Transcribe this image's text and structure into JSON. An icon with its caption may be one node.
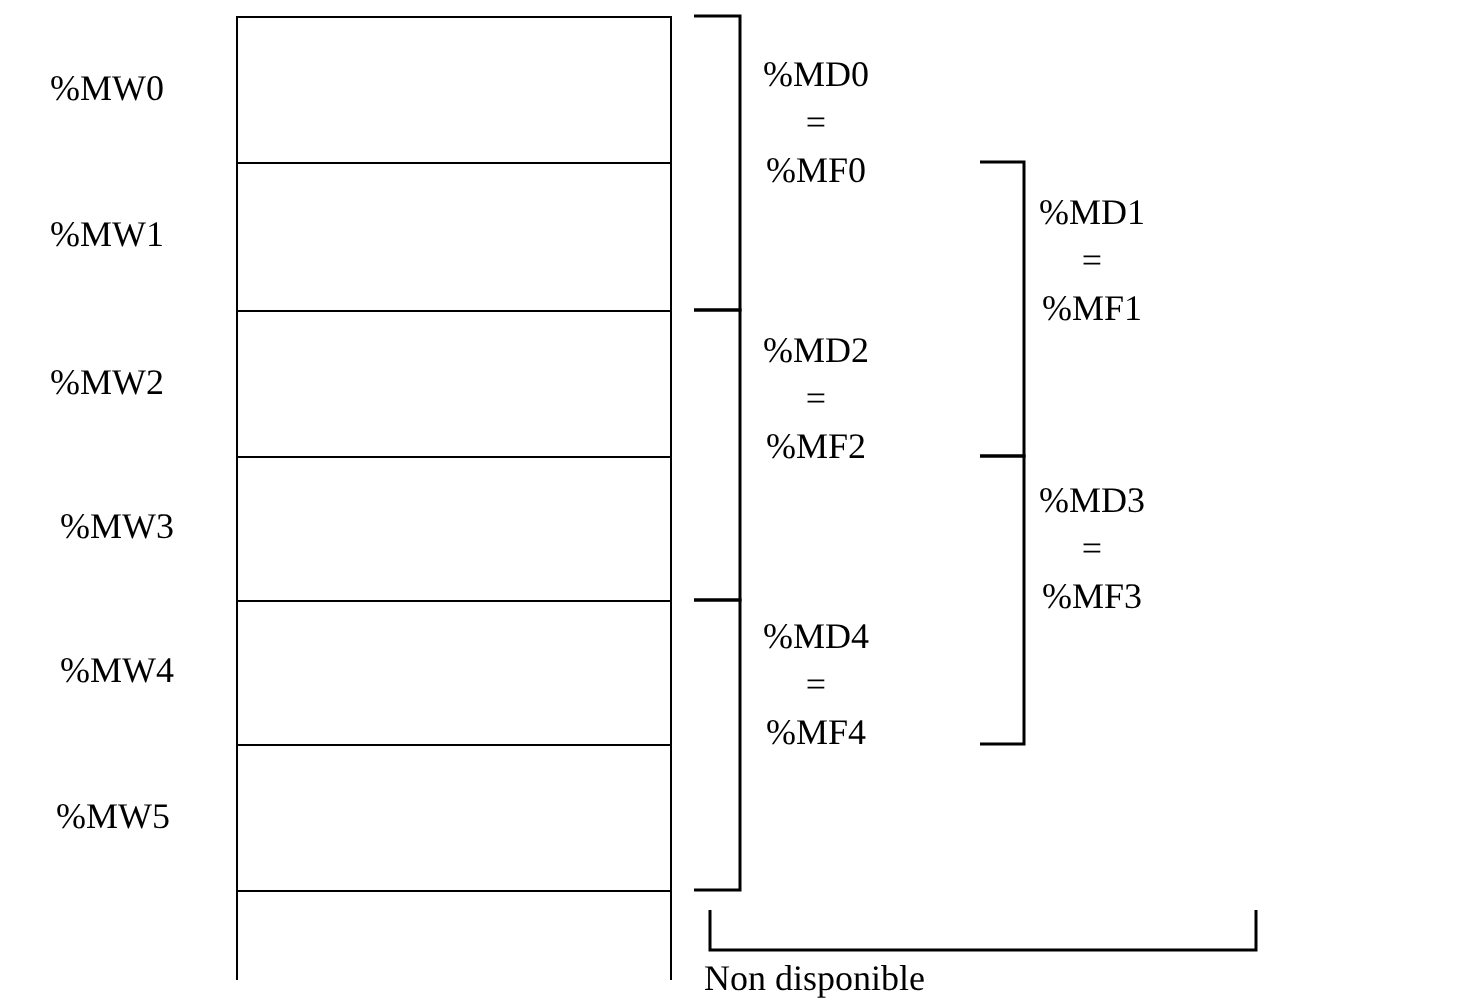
{
  "diagram": {
    "nodes": [
      {
        "text": [],
        "shape": "box",
        "beside": [
          "%MW0"
        ]
      },
      {
        "text": [],
        "shape": "box",
        "beside": [
          "%MW1"
        ]
      },
      {
        "text": [],
        "shape": "box",
        "beside": [
          "%MW2"
        ]
      },
      {
        "text": [],
        "shape": "box",
        "beside": [
          "%MW3"
        ]
      },
      {
        "text": [],
        "shape": "box",
        "beside": [
          "%MW4"
        ]
      },
      {
        "text": [],
        "shape": "box",
        "beside": [
          "%MW5"
        ]
      },
      {
        "text": [],
        "shape": "box"
      }
    ],
    "labels": [
      "%MD0 = %MF0",
      "%MD1 = %MF1",
      "%MD2 = %MF2",
      "%MD3 = %MF3",
      "%MD4 = %MF4",
      "Non disponible"
    ]
  }
}
